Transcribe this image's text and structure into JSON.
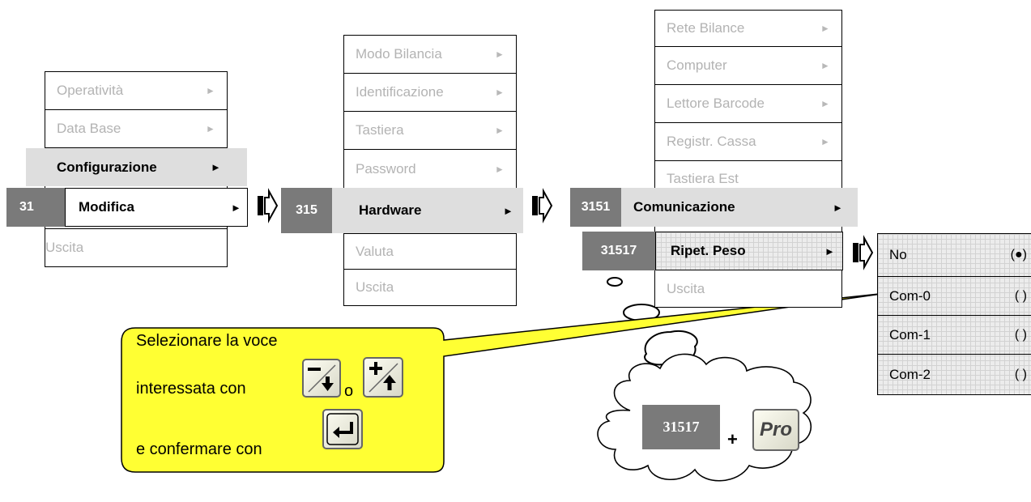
{
  "main_menu": {
    "items": [
      "Operatività",
      "Data Base",
      "Configurazione",
      "Modifica",
      "Uscita"
    ],
    "selected_code": "31"
  },
  "config_menu": {
    "items": [
      "Modo Bilancia",
      "Identificazione",
      "Tastiera",
      "Password",
      "Hardware",
      "Valuta",
      "Uscita"
    ],
    "selected_code": "315"
  },
  "hardware_menu": {
    "items": [
      "Rete Bilance",
      "Computer",
      "Lettore Barcode",
      "Registr. Cassa",
      "Tastiera Est",
      "Comunicazione",
      "Ripet. Peso",
      "Uscita"
    ],
    "selected_code": "3151",
    "sub_code": "31517"
  },
  "options_menu": {
    "options": [
      {
        "label": "No",
        "mark": "(●)"
      },
      {
        "label": "Com-0",
        "mark": "( )"
      },
      {
        "label": "Com-1",
        "mark": "( )"
      },
      {
        "label": "Com-2",
        "mark": "( )"
      }
    ]
  },
  "arrow_glyph": "►",
  "callout": {
    "line1": "Selezionare la voce",
    "line2": "interessata con",
    "or_word": "o",
    "line3": "e confermare con"
  },
  "keys": {
    "minus_down": "−/↓",
    "plus_up": "+/↑",
    "enter": "↵",
    "pro": "Pro"
  },
  "shortcut": {
    "code": "31517",
    "plus": "+"
  },
  "colors": {
    "callout_fill": "#ffff33",
    "code_box": "#7a7a7a",
    "highlight": "#dedede",
    "inactive_text": "#b3b3b3"
  }
}
